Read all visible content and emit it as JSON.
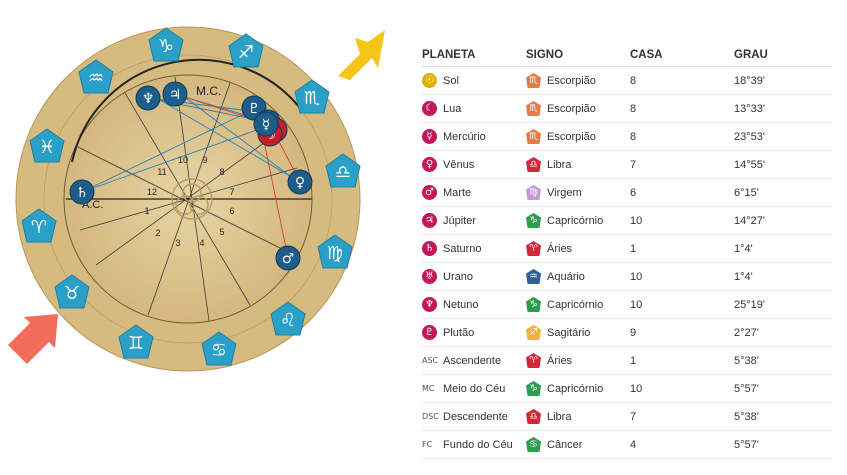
{
  "wheel": {
    "mc_label": "M.C.",
    "ac_label": "A.C.",
    "houses": [
      "1",
      "2",
      "3",
      "4",
      "5",
      "6",
      "7",
      "8",
      "9",
      "10",
      "11",
      "12"
    ],
    "zodiac": [
      {
        "name": "capricorn",
        "glyph": "♑"
      },
      {
        "name": "sagittarius",
        "glyph": "♐"
      },
      {
        "name": "scorpio",
        "glyph": "♏"
      },
      {
        "name": "libra",
        "glyph": "♎"
      },
      {
        "name": "virgo",
        "glyph": "♍"
      },
      {
        "name": "leo",
        "glyph": "♌"
      },
      {
        "name": "cancer",
        "glyph": "♋"
      },
      {
        "name": "gemini",
        "glyph": "♊"
      },
      {
        "name": "taurus",
        "glyph": "♉"
      },
      {
        "name": "aries",
        "glyph": "♈"
      },
      {
        "name": "pisces",
        "glyph": "♓"
      },
      {
        "name": "aquarius",
        "glyph": "♒"
      }
    ],
    "planets": [
      {
        "name": "neptune",
        "glyph": "♆",
        "color": "#1e5c8a"
      },
      {
        "name": "jupiter",
        "glyph": "♃",
        "color": "#1e5c8a"
      },
      {
        "name": "pluto",
        "glyph": "♇",
        "color": "#1e5c8a"
      },
      {
        "name": "uranus",
        "glyph": "♅",
        "color": "#1e5c8a"
      },
      {
        "name": "sun",
        "glyph": "☉",
        "color": "#c41f2a"
      },
      {
        "name": "moon",
        "glyph": "☽",
        "color": "#c41f2a"
      },
      {
        "name": "mercury",
        "glyph": "☿",
        "color": "#1e5c8a"
      },
      {
        "name": "saturn",
        "glyph": "♄",
        "color": "#1e5c8a"
      },
      {
        "name": "venus",
        "glyph": "♀",
        "color": "#1e5c8a"
      },
      {
        "name": "mars",
        "glyph": "♂",
        "color": "#1e5c8a"
      }
    ]
  },
  "table": {
    "headers": {
      "planet": "PLANETA",
      "sign": "SIGNO",
      "house": "CASA",
      "degree": "GRAU"
    },
    "rows": [
      {
        "icon": "sun-icon",
        "glyph": "☉",
        "abbr": "",
        "color": "#e0b000",
        "planet": "Sol",
        "sign_icon": "scorpio-icon",
        "sign_glyph": "♏",
        "sign_color": "#e87a4a",
        "sign": "Escorpião",
        "house": "8",
        "degree": "18°39'"
      },
      {
        "icon": "moon-icon",
        "glyph": "☾",
        "abbr": "",
        "color": "#c2185b",
        "planet": "Lua",
        "sign_icon": "scorpio-icon",
        "sign_glyph": "♏",
        "sign_color": "#e87a4a",
        "sign": "Escorpião",
        "house": "8",
        "degree": "13°33'"
      },
      {
        "icon": "mercury-icon",
        "glyph": "☿",
        "abbr": "",
        "color": "#c2185b",
        "planet": "Mercúrio",
        "sign_icon": "scorpio-icon",
        "sign_glyph": "♏",
        "sign_color": "#e87a4a",
        "sign": "Escorpião",
        "house": "8",
        "degree": "23°53'"
      },
      {
        "icon": "venus-icon",
        "glyph": "♀",
        "abbr": "",
        "color": "#c2185b",
        "planet": "Vênus",
        "sign_icon": "libra-icon",
        "sign_glyph": "♎",
        "sign_color": "#d2293a",
        "sign": "Libra",
        "house": "7",
        "degree": "14°55'"
      },
      {
        "icon": "mars-icon",
        "glyph": "♂",
        "abbr": "",
        "color": "#c2185b",
        "planet": "Marte",
        "sign_icon": "virgo-icon",
        "sign_glyph": "♍",
        "sign_color": "#c797d6",
        "sign": "Virgem",
        "house": "6",
        "degree": "6°15'"
      },
      {
        "icon": "jupiter-icon",
        "glyph": "♃",
        "abbr": "",
        "color": "#c2185b",
        "planet": "Júpiter",
        "sign_icon": "capricorn-icon",
        "sign_glyph": "♑",
        "sign_color": "#2e9e4e",
        "sign": "Capricórnio",
        "house": "10",
        "degree": "14°27'"
      },
      {
        "icon": "saturn-icon",
        "glyph": "♄",
        "abbr": "",
        "color": "#c2185b",
        "planet": "Saturno",
        "sign_icon": "aries-icon",
        "sign_glyph": "♈",
        "sign_color": "#d2293a",
        "sign": "Áries",
        "house": "1",
        "degree": "1°4'"
      },
      {
        "icon": "uranus-icon",
        "glyph": "♅",
        "abbr": "",
        "color": "#c2185b",
        "planet": "Urano",
        "sign_icon": "aquarius-icon",
        "sign_glyph": "♒",
        "sign_color": "#2f5f9e",
        "sign": "Aquário",
        "house": "10",
        "degree": "1°4'"
      },
      {
        "icon": "neptune-icon",
        "glyph": "♆",
        "abbr": "",
        "color": "#c2185b",
        "planet": "Netuno",
        "sign_icon": "capricorn-icon",
        "sign_glyph": "♑",
        "sign_color": "#2e9e4e",
        "sign": "Capricórnio",
        "house": "10",
        "degree": "25°19'"
      },
      {
        "icon": "pluto-icon",
        "glyph": "♇",
        "abbr": "",
        "color": "#c2185b",
        "planet": "Plutão",
        "sign_icon": "sagittarius-icon",
        "sign_glyph": "♐",
        "sign_color": "#f2b43a",
        "sign": "Sagitário",
        "house": "9",
        "degree": "2°27'"
      },
      {
        "icon": "",
        "glyph": "",
        "abbr": "ASC",
        "color": "",
        "planet": "Ascendente",
        "sign_icon": "aries-icon",
        "sign_glyph": "♈",
        "sign_color": "#d2293a",
        "sign": "Áries",
        "house": "1",
        "degree": "5°38'"
      },
      {
        "icon": "",
        "glyph": "",
        "abbr": "MC",
        "color": "",
        "planet": "Meio do Céu",
        "sign_icon": "capricorn-icon",
        "sign_glyph": "♑",
        "sign_color": "#2e9e4e",
        "sign": "Capricórnio",
        "house": "10",
        "degree": "5°57'"
      },
      {
        "icon": "",
        "glyph": "",
        "abbr": "DSC",
        "color": "",
        "planet": "Descendente",
        "sign_icon": "libra-icon",
        "sign_glyph": "♎",
        "sign_color": "#d2293a",
        "sign": "Libra",
        "house": "7",
        "degree": "5°38'"
      },
      {
        "icon": "",
        "glyph": "",
        "abbr": "FC",
        "color": "",
        "planet": "Fundo do Céu",
        "sign_icon": "cancer-icon",
        "sign_glyph": "♋",
        "sign_color": "#2e9e4e",
        "sign": "Câncer",
        "house": "4",
        "degree": "5°57'"
      }
    ]
  },
  "colors": {
    "wood": "#dcc48c",
    "wood_dark": "#b89658",
    "badge": "#2aa0c8",
    "arrow_yellow": "#f5c518",
    "arrow_red": "#f26b5b"
  }
}
